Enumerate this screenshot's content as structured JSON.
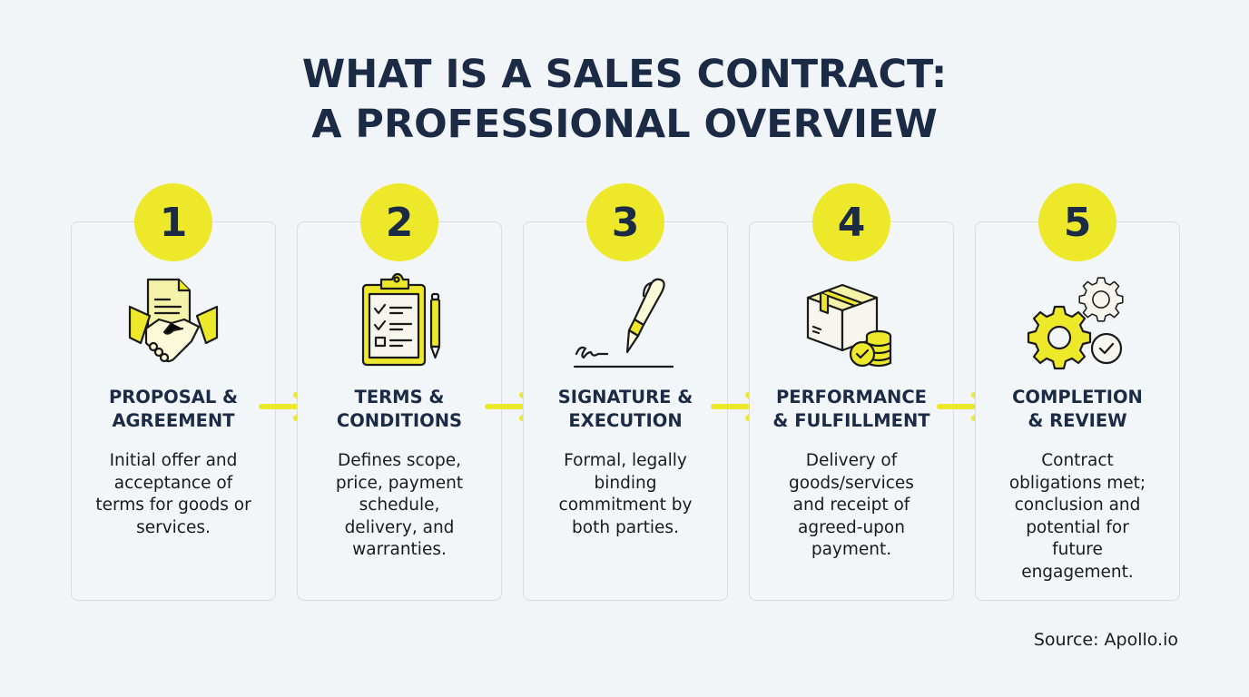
{
  "title": {
    "line1": "WHAT IS A SALES CONTRACT:",
    "line2": "A PROFESSIONAL OVERVIEW"
  },
  "colors": {
    "accent": "#eee82a",
    "heading": "#1c2b45",
    "body_text": "#1a1a1a",
    "card_border": "#d7dce3",
    "background": "#f2f5f8"
  },
  "steps": [
    {
      "number": "1",
      "icon": "handshake-document-icon",
      "title": "PROPOSAL &\nAGREEMENT",
      "description": "Initial offer and\nacceptance of\nterms for goods or\nservices."
    },
    {
      "number": "2",
      "icon": "clipboard-checklist-icon",
      "title": "TERMS &\nCONDITIONS",
      "description": "Defines scope,\nprice, payment\nschedule,\ndelivery, and\nwarranties."
    },
    {
      "number": "3",
      "icon": "fountain-pen-signature-icon",
      "title": "SIGNATURE &\nEXECUTION",
      "description": "Formal, legally\nbinding\ncommitment by\nboth parties."
    },
    {
      "number": "4",
      "icon": "package-coins-icon",
      "title": "PERFORMANCE\n& FULFILLMENT",
      "description": "Delivery of\ngoods/services\nand receipt of\nagreed-upon\npayment."
    },
    {
      "number": "5",
      "icon": "gears-check-icon",
      "title": "COMPLETION\n& REVIEW",
      "description": "Contract\nobligations met;\nconclusion and\npotential for\nfuture\nengagement."
    }
  ],
  "arrows": [
    "arrow-right-icon",
    "arrow-right-icon",
    "arrow-right-icon",
    "arrow-right-icon"
  ],
  "source": "Source: Apollo.io"
}
